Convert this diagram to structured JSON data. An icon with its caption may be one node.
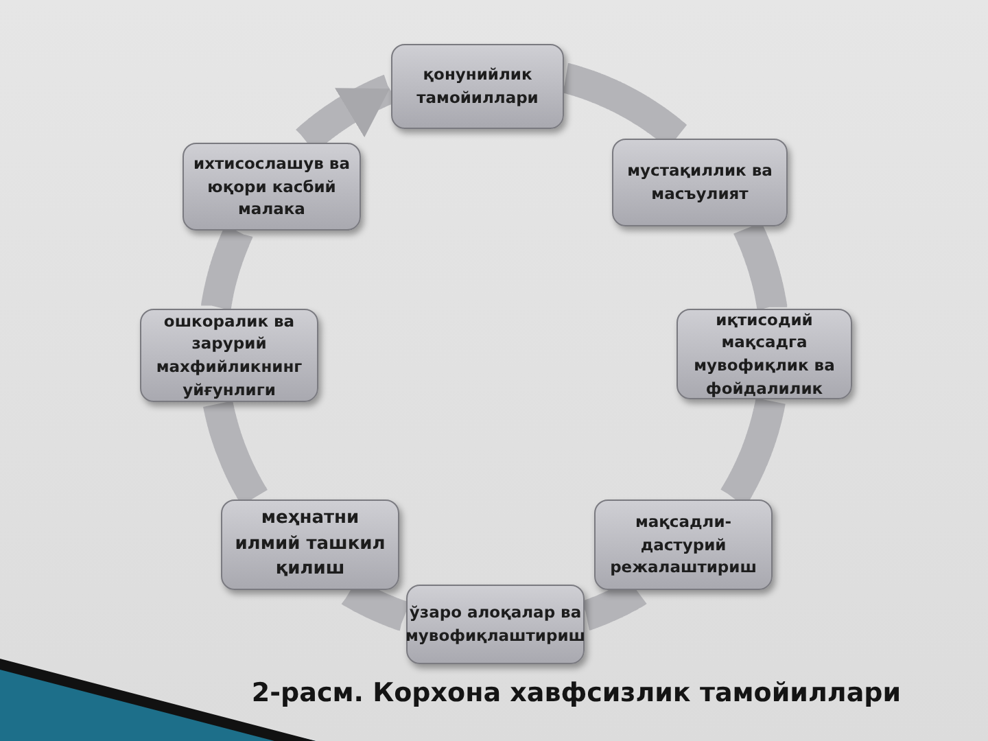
{
  "diagram": {
    "caption": "2-расм. Корхона хавфсизлик тамойиллари",
    "nodes": [
      {
        "text": [
          "қонунийлик тамойиллари"
        ]
      },
      {
        "text": [
          "мустақиллик ва масъулият"
        ]
      },
      {
        "text": [
          "иқтисодий мақсадга мувофиқлик ва фойдалилик"
        ]
      },
      {
        "text": [
          "мақсадли-дастурий режалаштириш"
        ]
      },
      {
        "text": [
          "ўзаро алоқалар ва мувофиқлаштириш"
        ]
      },
      {
        "text": [
          "меҳнатни илмий ташкил қилиш"
        ]
      },
      {
        "text": [
          "ошкоралик ва зарурий махфийликнинг уйғунлиги"
        ]
      },
      {
        "text": [
          "ихтисослашув ва юқори касбий малака"
        ]
      }
    ],
    "edges": [
      {
        "from": 0,
        "to": 1,
        "arrow": "none"
      },
      {
        "from": 1,
        "to": 2,
        "arrow": "none"
      },
      {
        "from": 2,
        "to": 3,
        "arrow": "none"
      },
      {
        "from": 3,
        "to": 4,
        "arrow": "none"
      },
      {
        "from": 4,
        "to": 5,
        "arrow": "none"
      },
      {
        "from": 5,
        "to": 6,
        "arrow": "none"
      },
      {
        "from": 6,
        "to": 7,
        "arrow": "none"
      },
      {
        "from": 7,
        "to": 0,
        "arrow": "to"
      }
    ]
  }
}
